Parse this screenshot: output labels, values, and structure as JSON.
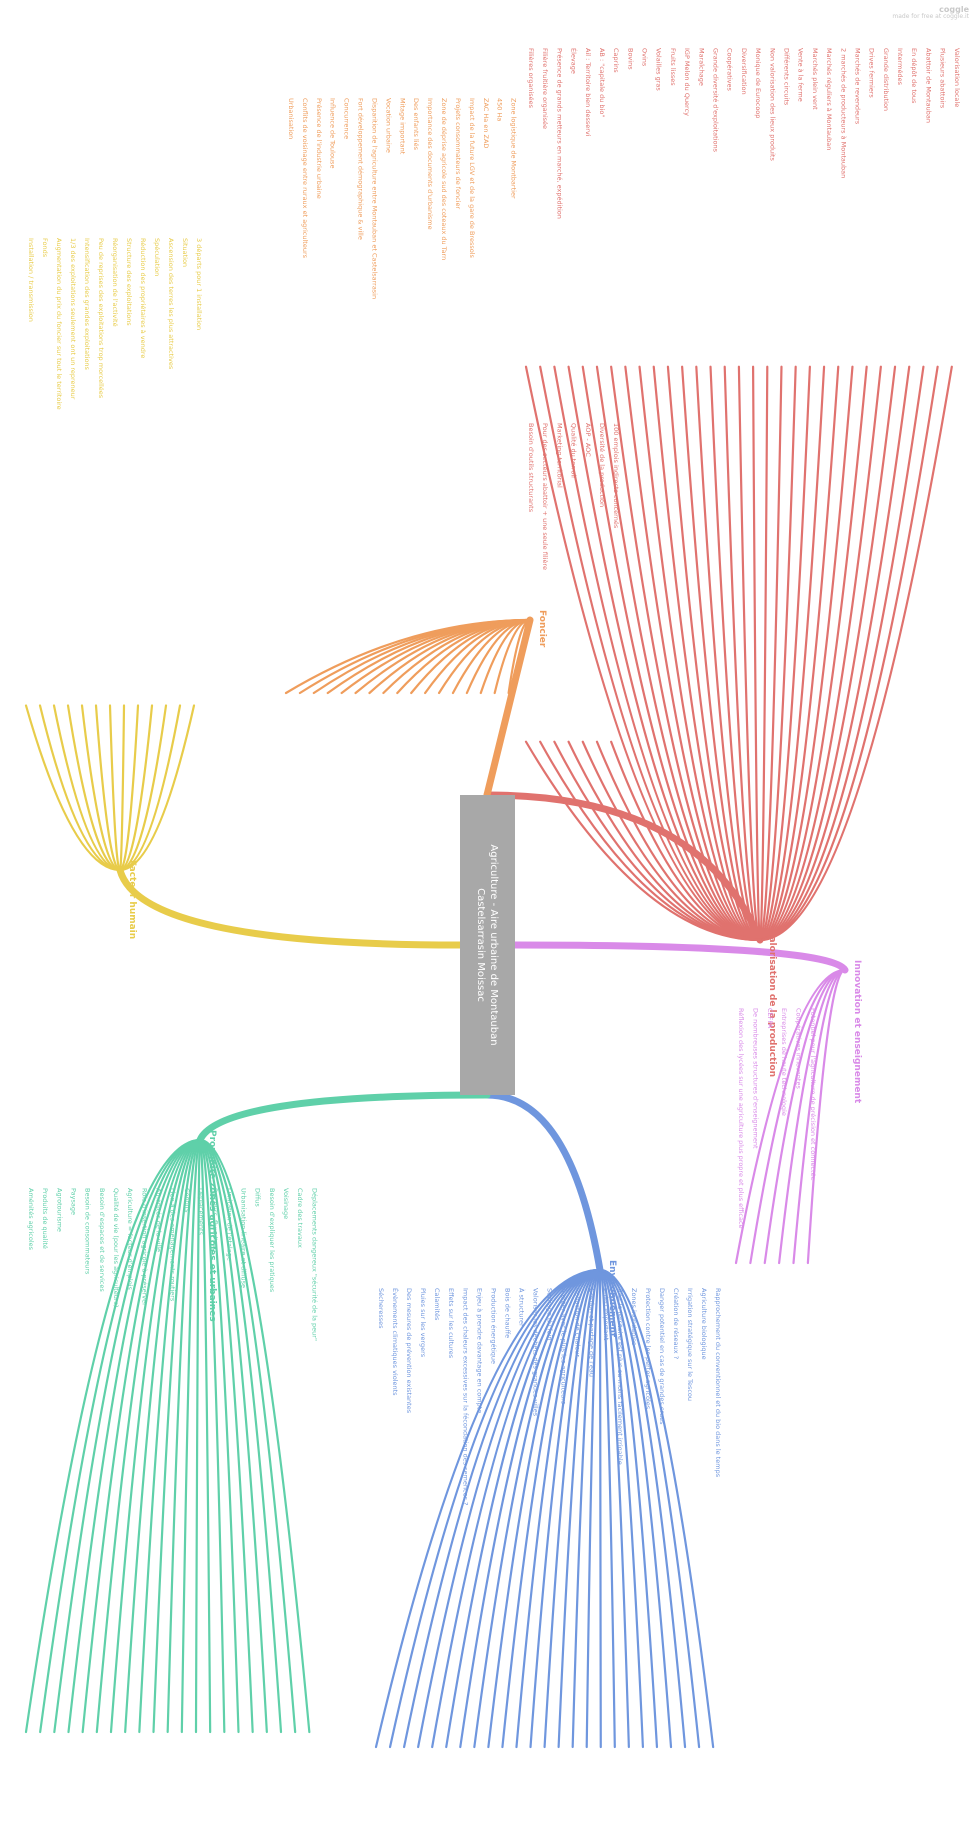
{
  "watermark": {
    "brand": "coggle",
    "tagline": "made for free at coggle.it"
  },
  "center": {
    "line1": "Agriculture - Aire urbaine de Montauban",
    "line2": "Castelsarrasin Moissac"
  },
  "colors": {
    "valorisation": "#e0726e",
    "foncier": "#ef9d5c",
    "facteur": "#e8cc4a",
    "innovation": "#d98ae8",
    "environnement": "#6f96de",
    "proximite": "#5fd0a9",
    "center_box": "#a8a8a8",
    "warning": "#f2b81b"
  },
  "branches": [
    {
      "name": "Valorisation de la production",
      "children": [
        "Filières organisées",
        "Filière fruitière organisée",
        "Présence de grands metteurs en marché, expédition",
        "Élevage",
        "Ail : Territoire bien desservi",
        "AB : \"capitale du bio\"",
        "Caprins",
        "Bovins",
        "Ovins",
        "Volailles gras",
        "Fruits lisses",
        "IGP Melon du Quercy",
        "Maraîchage",
        "Grande diversité d'exploitations",
        "Coopératives",
        "Diversification",
        "Monique de Eurocoop",
        "Non valorisation des lieux produits",
        "Différents circuits",
        "Vente à la ferme",
        "Marchés plein vent",
        "Marchés réguliers à Montauban",
        "2 marchés de producteurs à Montauban",
        "Marchés de revendeurs",
        "Drives fermiers",
        "Grande distribution",
        "Intermédes",
        "En dépôt de tous",
        "Abattoir de Montauban",
        "Plusieurs abattoirs",
        "Valorisation locale",
        "Besoin d'outils structurants",
        "Pour des secteurs abattoir + une seule filière",
        "Marketing territorial",
        "Qualité du terroir",
        "AOP - AOC",
        "Diversité de la production",
        "100 emplois indirects concernés"
      ]
    },
    {
      "name": "Foncier",
      "children": [
        "Urbanisation",
        "Conflits de voisinage entre ruraux et agriculteurs",
        "Présence de l'industrie urbaine",
        "Influence de Toulouse",
        "Concurrence",
        "Fort développement démographique & ville",
        "Disparition de l'agriculture entre Montauban et Castelsarrasin",
        "Vocation urbaine",
        "Mitage important",
        "Des enfants liés",
        "Importance des documents d'urbanisme",
        "Zone de déprise agricole sud des coteaux du Tarn",
        "Projets consommateurs de foncier",
        "Impact de la future LGV et de la gare de Bressols",
        "ZAC Ha en ZAD",
        "450 Ha",
        "Zone logistique de Montbartier"
      ]
    },
    {
      "name": "Facteur humain",
      "children": [
        "Installation / transmission",
        "Fonds",
        "Augmentation du prix du foncier sur tout le territoire",
        "1/3 des exploitations seulement ont un repreneur",
        "Intensification des grandes exploitations",
        "Peu de reprises des exploitations trop morcellées",
        "Réorganisation de l'activité",
        "Structure des exploitations",
        "Réduction des propriétaires à vendre",
        "Spéculation",
        "Ascension des terres les plus attractives",
        "Situation",
        "3 départs pour 1 installation"
      ]
    },
    {
      "name": "Innovation et enseignement",
      "children": [
        "Réflexion des lycées sur une agriculture plus propre et plus efficace",
        "De nombreuses structures d'enseignement",
        "CEFPA",
        "Entreprises de haute technologie",
        "Coopératives innovantes",
        "Potentiel pour l'agriculture de précision et connectée"
      ]
    },
    {
      "name": "Environnement",
      "children": [
        "Sécheresses",
        "Évènements climatiques violents",
        "Des mesures de prévention existantes",
        "Pluies sur les vergers",
        "Calamités",
        "Effets sur les cultures",
        "Impact des chaleurs excessives sur la fécondation des semences ?",
        "Enjeu à prendre davantage en compte",
        "Production énergétique",
        "Bois de chauffe",
        "À structurer",
        "Valoriser les déchets des grandes villes",
        "Séchage du foin",
        "À créer avec le plus les agriculteurs",
        "Réduction de chaleur",
        "Gestion et partage de l'eau",
        "Enjeu important",
        "Tout le territoire est plus ou moins facilement irrigable",
        "Zones inondables",
        "Protection contre les pertes agricoles",
        "Danger potentiel en cas de grandes crues",
        "Création de réseaux ?",
        "Irrigation stratégique sur le Tescou",
        "Agriculture biologique",
        "Rapprochement du conventionnel et du bio dans le temps"
      ]
    },
    {
      "name": "Proximité zones agricoles et urbaines",
      "children": [
        "Aménités agricoles",
        "Produits de qualité",
        "Agrotourisme",
        "Paysage",
        "Besoin de consommateurs",
        "Besoin d'espaces et de services",
        "Qualité de vie (pour les agriculteurs)",
        "Agriculture = facteur d'emplois",
        "Rôle d'insertion agricole à préserver",
        "Aménités de la ville",
        "Lien à des aménagements routiers",
        "Conflits",
        "Déplacements",
        "Parcours, flux d'eau",
        "Limitation de l'étalage",
        "Urbanisation linéaire et diffuse",
        "Diffus",
        "Besoin d'expliquer les pratiques",
        "Voisinage",
        "Cadre des travaux",
        "Déplacements dangereux \"sécurité de la peur\""
      ]
    }
  ]
}
